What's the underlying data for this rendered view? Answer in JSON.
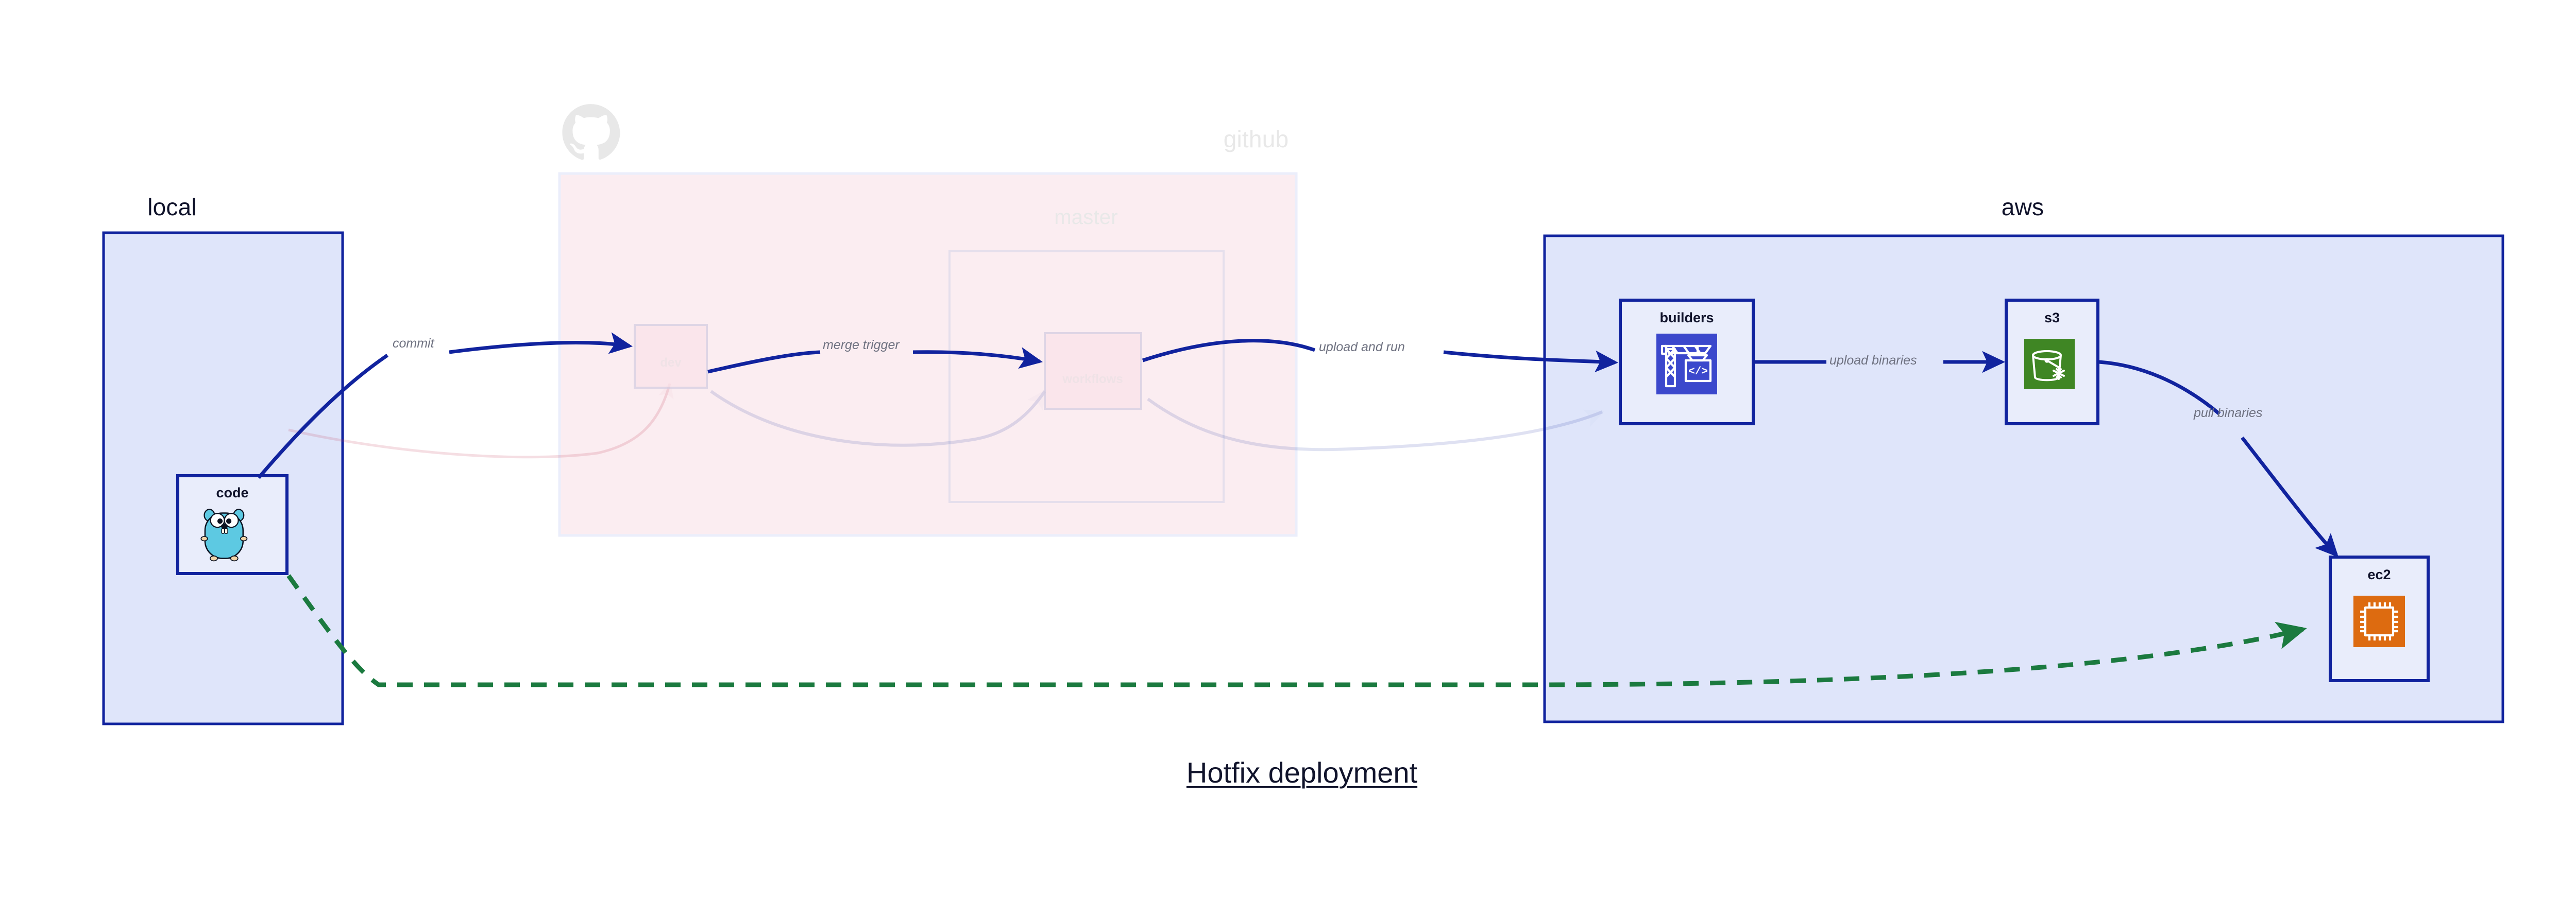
{
  "diagram": {
    "title": "Hotfix deployment",
    "colors": {
      "cluster_blue_fill": "#dfe5fa",
      "cluster_blue_stroke": "#11239e",
      "cluster_pink_fill": "#fae3e9",
      "node_fill": "#e9edfb",
      "edge_blue": "#11239e",
      "edge_green": "#1b7a3f",
      "label_gray": "#6e7180",
      "title_dark": "#10132b",
      "builders_icon_bg": "#3b48cc",
      "s3_icon_bg": "#3f8624",
      "ec2_icon_bg": "#dd6b10",
      "gopher_body": "#5dc9e2",
      "github_logo_gray": "#e8e8e8"
    }
  },
  "clusters": [
    {
      "id": "local",
      "label": "local",
      "faded": false
    },
    {
      "id": "github",
      "label": "github",
      "faded": true
    },
    {
      "id": "master",
      "label": "master",
      "faded": true
    },
    {
      "id": "aws",
      "label": "aws",
      "faded": false
    }
  ],
  "nodes": [
    {
      "id": "code",
      "label": "code",
      "icon": "go-gopher-icon",
      "faded": false
    },
    {
      "id": "dev",
      "label": "dev",
      "icon": "none",
      "faded": true
    },
    {
      "id": "workflows",
      "label": "workflows",
      "icon": "none",
      "faded": true
    },
    {
      "id": "builders",
      "label": "builders",
      "icon": "aws-codebuild-icon",
      "faded": false
    },
    {
      "id": "s3",
      "label": "s3",
      "icon": "aws-s3-glacier-icon",
      "faded": false
    },
    {
      "id": "ec2",
      "label": "ec2",
      "icon": "aws-ec2-icon",
      "faded": false
    }
  ],
  "edges": [
    {
      "id": "commit",
      "from": "code",
      "to": "dev",
      "label": "commit",
      "style": "solid",
      "color": "#11239e"
    },
    {
      "id": "merge-trigger",
      "from": "dev",
      "to": "workflows",
      "label": "merge trigger",
      "style": "solid",
      "color": "#11239e"
    },
    {
      "id": "upload-and-run",
      "from": "workflows",
      "to": "builders",
      "label": "upload and run",
      "style": "solid",
      "color": "#11239e"
    },
    {
      "id": "upload-binaries",
      "from": "builders",
      "to": "s3",
      "label": "upload binaries",
      "style": "solid",
      "color": "#11239e"
    },
    {
      "id": "pull-binaries",
      "from": "s3",
      "to": "ec2",
      "label": "pull binaries",
      "style": "solid",
      "color": "#11239e"
    },
    {
      "id": "hotfix-deploy",
      "from": "code",
      "to": "ec2",
      "label": "",
      "style": "dashed",
      "color": "#1b7a3f"
    }
  ],
  "logos": [
    {
      "id": "github-logo",
      "name": "github-octocat-logo",
      "faded": true
    }
  ]
}
